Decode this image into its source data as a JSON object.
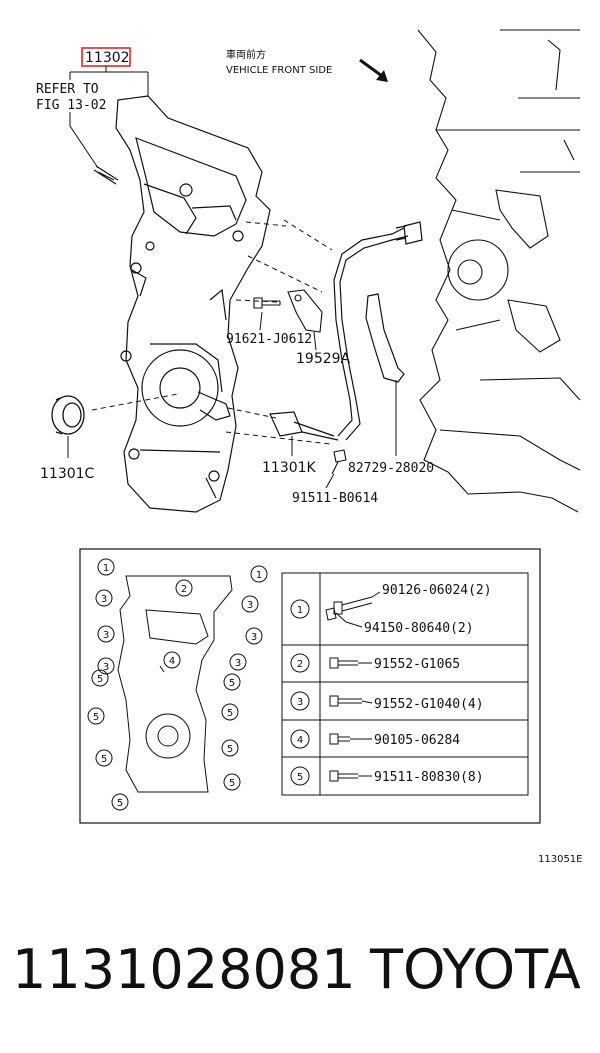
{
  "highlight_part": "11302",
  "refer_line1": "REFER TO",
  "refer_line2": "FIG 13-02",
  "vehicle_front_jp": "車両前方",
  "vehicle_front_en": "VEHICLE FRONT SIDE",
  "callouts": {
    "p91621": "91621-J0612",
    "p19529": "19529A",
    "p11301c": "11301C",
    "p11301k": "11301K",
    "p82729": "82729-28020",
    "p91511": "91511-B0614"
  },
  "bolt_table": {
    "rows": [
      {
        "num": "1",
        "part_a": "90126-06024(2)",
        "part_b": "94150-80640(2)"
      },
      {
        "num": "2",
        "part_a": "91552-G1065"
      },
      {
        "num": "3",
        "part_a": "91552-G1040(4)"
      },
      {
        "num": "4",
        "part_a": "90105-06284"
      },
      {
        "num": "5",
        "part_a": "91511-80830(8)"
      }
    ]
  },
  "inset_markers": [
    "1",
    "1",
    "2",
    "3",
    "3",
    "3",
    "3",
    "3",
    "3",
    "4",
    "5",
    "5",
    "5",
    "5",
    "5",
    "5",
    "5",
    "5"
  ],
  "figure_code": "113051E",
  "footer": {
    "part_number": "1131028081",
    "brand": "TOYOTA"
  },
  "colors": {
    "highlight_box": "#d62b2b",
    "line": "#111111"
  }
}
